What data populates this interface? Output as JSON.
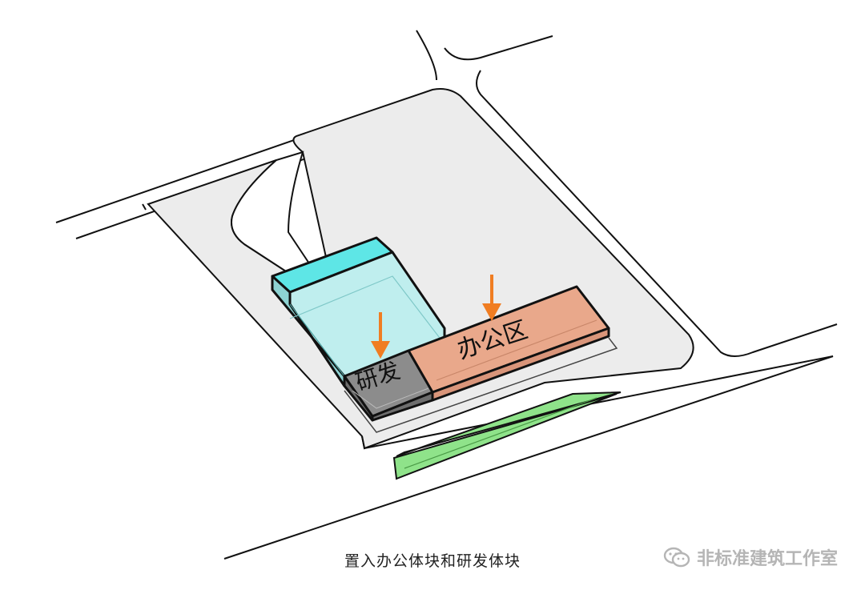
{
  "labels": {
    "rnd": "研发",
    "office": "办公区"
  },
  "caption": "置入办公体块和研发体块",
  "watermark": {
    "icon": "wechat-icon",
    "text": "非标准建筑工作室"
  },
  "colors": {
    "site": "#ededed",
    "tower_top": "#5ee6e6",
    "tower_front": "#bfeeee",
    "tower_side": "#8ed3d3",
    "office": "#e9a88b",
    "office_front": "#d9957a",
    "rnd": "#8c8c8c",
    "rnd_front": "#6e6e6e",
    "green": "#8fe38a",
    "arrow": "#f07d22"
  }
}
